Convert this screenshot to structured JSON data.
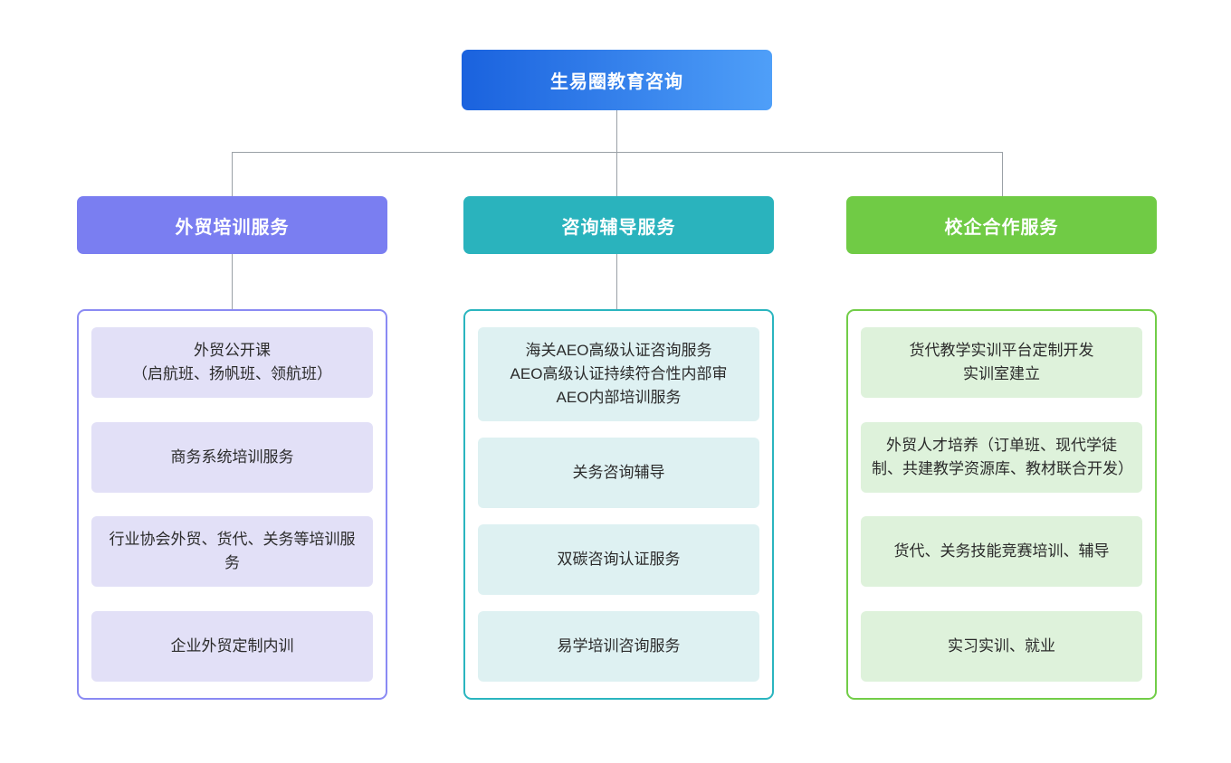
{
  "root": {
    "label": "生易圈教育咨询"
  },
  "colors": {
    "root_gradient_start": "#1a62de",
    "root_gradient_end": "#4f9ff8",
    "branch_1": "#7a7ef1",
    "branch_1_item_bg": "#e2e0f7",
    "branch_2": "#2ab3bd",
    "branch_2_item_bg": "#def1f2",
    "branch_3": "#70cb45",
    "branch_3_item_bg": "#def2db",
    "connector": "#9aa0a6",
    "item_text": "#2b2b2b"
  },
  "branches": [
    {
      "label": "外贸培训服务",
      "items": [
        "外贸公开课\n（启航班、扬帆班、领航班）",
        "商务系统培训服务",
        "行业协会外贸、货代、关务等培训服务",
        "企业外贸定制内训"
      ]
    },
    {
      "label": "咨询辅导服务",
      "items": [
        "海关AEO高级认证咨询服务\nAEO高级认证持续符合性内部审\nAEO内部培训服务",
        "关务咨询辅导",
        "双碳咨询认证服务",
        "易学培训咨询服务"
      ]
    },
    {
      "label": "校企合作服务",
      "items": [
        "货代教学实训平台定制开发\n实训室建立",
        "外贸人才培养（订单班、现代学徒制、共建教学资源库、教材联合开发）",
        "货代、关务技能竞赛培训、辅导",
        "实习实训、就业"
      ]
    }
  ]
}
